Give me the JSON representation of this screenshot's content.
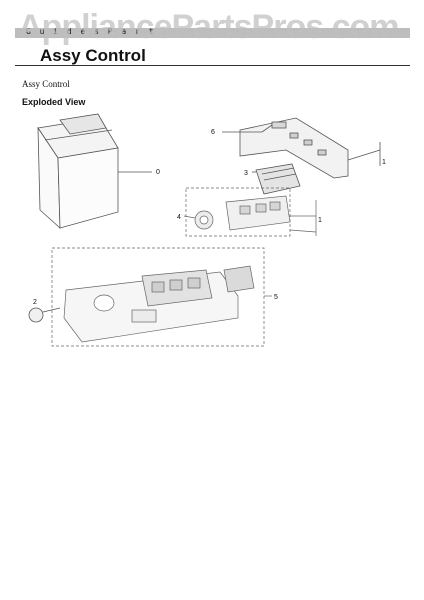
{
  "watermark": "AppliancePartsPros.com",
  "header": {
    "small_text": "G u i d e s  P a r t"
  },
  "title": "Assy Control",
  "subtitle": "Assy Control",
  "section_heading": "Exploded View",
  "callouts": {
    "c0": "0",
    "c1": "1",
    "c2": "2",
    "c3": "3",
    "c4": "4",
    "c5": "5",
    "c6": "6"
  }
}
